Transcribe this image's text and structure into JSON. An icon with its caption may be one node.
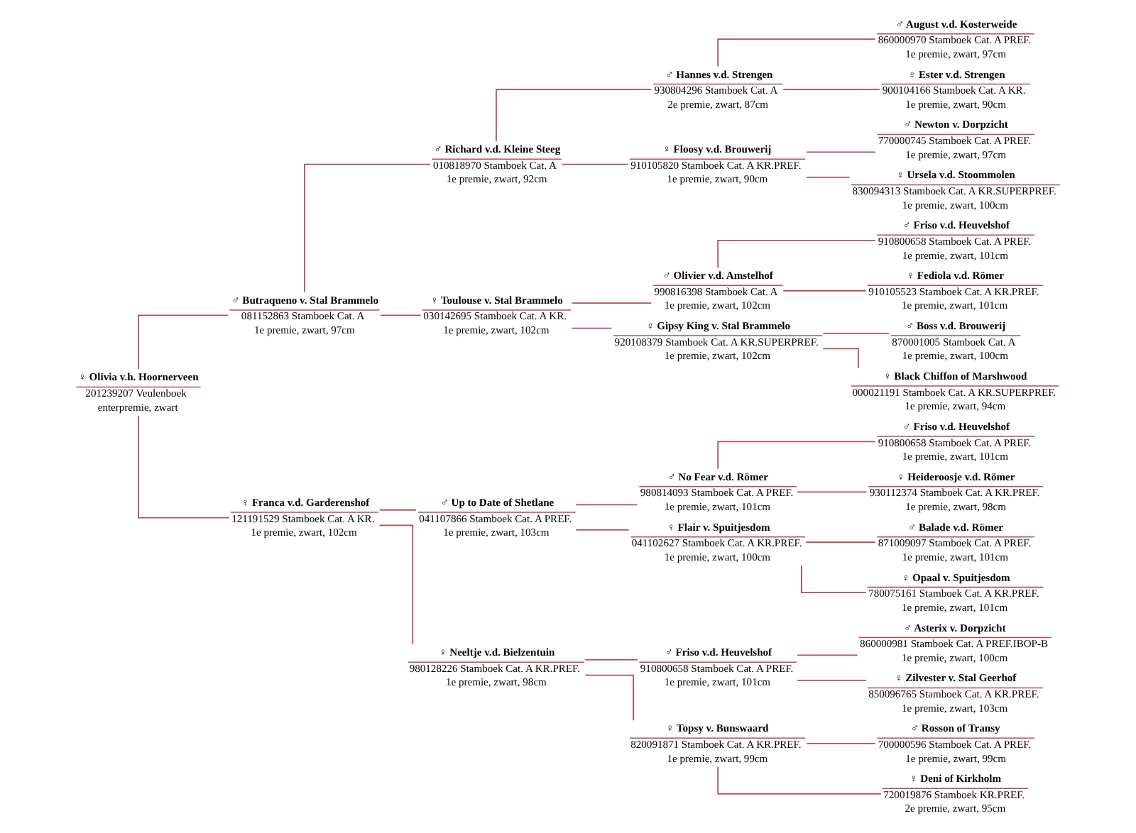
{
  "diagram": {
    "nodes": [
      {
        "text": [
          "♀ Olivia v.h. Hoornerveen",
          "201239207 Veulenboek",
          "enterpremie, zwart"
        ]
      },
      {
        "text": [
          "♂ Butraqueno v. Stal Brammelo",
          "081152863 Stamboek Cat. A",
          "1e premie, zwart, 97cm"
        ]
      },
      {
        "text": [
          "♂ Richard v.d. Kleine Steeg",
          "010818970 Stamboek Cat. A",
          "1e premie, zwart, 92cm"
        ]
      },
      {
        "text": [
          "♂ Hannes v.d. Strengen",
          "930804296 Stamboek Cat. A",
          "2e premie, zwart, 87cm"
        ]
      },
      {
        "text": [
          "♂ August v.d. Kosterweide",
          "860000970 Stamboek Cat. A PREF.",
          "1e premie, zwart, 97cm"
        ]
      },
      {
        "text": [
          "♀ Ester v.d. Strengen",
          "900104166 Stamboek Cat. A KR.",
          "1e premie, zwart, 90cm"
        ]
      },
      {
        "text": [
          "♀ Floosy v.d. Brouwerij",
          "910105820 Stamboek Cat. A KR.PREF.",
          "1e premie, zwart, 90cm"
        ]
      },
      {
        "text": [
          "♂ Newton v. Dorpzicht",
          "770000745 Stamboek Cat. A PREF.",
          "1e premie, zwart, 97cm"
        ]
      },
      {
        "text": [
          "♀ Ursela v.d. Stoommolen",
          "830094313 Stamboek Cat. A KR.SUPERPREF.",
          "1e premie, zwart, 100cm"
        ]
      },
      {
        "text": [
          "♀ Toulouse v. Stal Brammelo",
          "030142695 Stamboek Cat. A KR.",
          "1e premie, zwart, 102cm"
        ]
      },
      {
        "text": [
          "♂ Olivier v.d. Amstelhof",
          "990816398 Stamboek Cat. A",
          "1e premie, zwart, 102cm"
        ]
      },
      {
        "text": [
          "♂ Friso v.d. Heuvelshof",
          "910800658 Stamboek Cat. A PREF.",
          "1e premie, zwart, 101cm"
        ]
      },
      {
        "text": [
          "♀ Fediola v.d. Römer",
          "910105523 Stamboek Cat. A KR.PREF.",
          "1e premie, zwart, 101cm"
        ]
      },
      {
        "text": [
          "♀ Gipsy King v. Stal Brammelo",
          "920108379 Stamboek Cat. A KR.SUPERPREF.",
          "1e premie, zwart, 102cm"
        ]
      },
      {
        "text": [
          "♂ Boss v.d. Brouwerij",
          "870001005 Stamboek Cat. A",
          "1e premie, zwart, 100cm"
        ]
      },
      {
        "text": [
          "♀ Black Chiffon of Marshwood",
          "000021191 Stamboek Cat. A KR.SUPERPREF.",
          "1e premie, zwart, 94cm"
        ]
      },
      {
        "text": [
          "♀ Franca v.d. Garderenshof",
          "121191529 Stamboek Cat. A KR.",
          "1e premie, zwart, 102cm"
        ]
      },
      {
        "text": [
          "♂ Up to Date of Shetlane",
          "041107866 Stamboek Cat. A PREF.",
          "1e premie, zwart, 103cm"
        ]
      },
      {
        "text": [
          "♂ No Fear v.d. Römer",
          "980814093 Stamboek Cat. A PREF.",
          "1e premie, zwart, 101cm"
        ]
      },
      {
        "text": [
          "♂ Friso v.d. Heuvelshof",
          "910800658 Stamboek Cat. A PREF.",
          "1e premie, zwart, 101cm"
        ]
      },
      {
        "text": [
          "♀ Heideroosje v.d. Römer",
          "930112374 Stamboek Cat. A KR.PREF.",
          "1e premie, zwart, 98cm"
        ]
      },
      {
        "text": [
          "♀ Flair v. Spuitjesdom",
          "041102627 Stamboek Cat. A KR.PREF.",
          "1e premie, zwart, 100cm"
        ]
      },
      {
        "text": [
          "♂ Balade v.d. Römer",
          "871009097 Stamboek Cat. A PREF.",
          "1e premie, zwart, 101cm"
        ]
      },
      {
        "text": [
          "♀ Opaal v. Spuitjesdom",
          "780075161 Stamboek Cat. A KR.PREF.",
          "1e premie, zwart, 101cm"
        ]
      },
      {
        "text": [
          "♀ Neeltje v.d. Bielzentuin",
          "980128226 Stamboek Cat. A KR.PREF.",
          "1e premie, zwart, 98cm"
        ]
      },
      {
        "text": [
          "♂ Friso v.d. Heuvelshof",
          "910800658 Stamboek Cat. A PREF.",
          "1e premie, zwart, 101cm"
        ]
      },
      {
        "text": [
          "♂ Asterix v. Dorpzicht",
          "860000981 Stamboek Cat. A PREF.IBOP-B",
          "1e premie, zwart, 100cm"
        ]
      },
      {
        "text": [
          "♀ Zilvester v. Stal Geerhof",
          "850096765 Stamboek Cat. A KR.PREF.",
          "1e premie, zwart, 103cm"
        ]
      },
      {
        "text": [
          "♀ Topsy v. Bunswaard",
          "820091871 Stamboek Cat. A KR.PREF.",
          "1e premie, zwart, 99cm"
        ]
      },
      {
        "text": [
          "♂ Rosson of Transy",
          "700000596 Stamboek Cat. A PREF.",
          "1e premie, zwart, 99cm"
        ]
      },
      {
        "text": [
          "♀ Deni of Kirkholm",
          "720019876 Stamboek KR.PREF.",
          "2e premie, zwart, 95cm"
        ]
      }
    ],
    "edges": [
      {
        "from": 0,
        "to": 1,
        "arrow": "none"
      },
      {
        "from": 0,
        "to": 16,
        "arrow": "none"
      },
      {
        "from": 1,
        "to": 2,
        "arrow": "none"
      },
      {
        "from": 1,
        "to": 9,
        "arrow": "none"
      },
      {
        "from": 2,
        "to": 3,
        "arrow": "none"
      },
      {
        "from": 2,
        "to": 6,
        "arrow": "none"
      },
      {
        "from": 3,
        "to": 4,
        "arrow": "none"
      },
      {
        "from": 3,
        "to": 5,
        "arrow": "none"
      },
      {
        "from": 6,
        "to": 7,
        "arrow": "none"
      },
      {
        "from": 6,
        "to": 8,
        "arrow": "none"
      },
      {
        "from": 9,
        "to": 10,
        "arrow": "none"
      },
      {
        "from": 9,
        "to": 13,
        "arrow": "none"
      },
      {
        "from": 10,
        "to": 11,
        "arrow": "none"
      },
      {
        "from": 10,
        "to": 12,
        "arrow": "none"
      },
      {
        "from": 13,
        "to": 14,
        "arrow": "none"
      },
      {
        "from": 13,
        "to": 15,
        "arrow": "none"
      },
      {
        "from": 16,
        "to": 17,
        "arrow": "none"
      },
      {
        "from": 16,
        "to": 24,
        "arrow": "none"
      },
      {
        "from": 17,
        "to": 18,
        "arrow": "none"
      },
      {
        "from": 17,
        "to": 21,
        "arrow": "none"
      },
      {
        "from": 18,
        "to": 19,
        "arrow": "none"
      },
      {
        "from": 18,
        "to": 20,
        "arrow": "none"
      },
      {
        "from": 21,
        "to": 22,
        "arrow": "none"
      },
      {
        "from": 21,
        "to": 23,
        "arrow": "none"
      },
      {
        "from": 24,
        "to": 25,
        "arrow": "none"
      },
      {
        "from": 24,
        "to": 28,
        "arrow": "none"
      },
      {
        "from": 25,
        "to": 26,
        "arrow": "none"
      },
      {
        "from": 25,
        "to": 27,
        "arrow": "none"
      },
      {
        "from": 28,
        "to": 29,
        "arrow": "none"
      },
      {
        "from": 28,
        "to": 30,
        "arrow": "none"
      }
    ]
  }
}
